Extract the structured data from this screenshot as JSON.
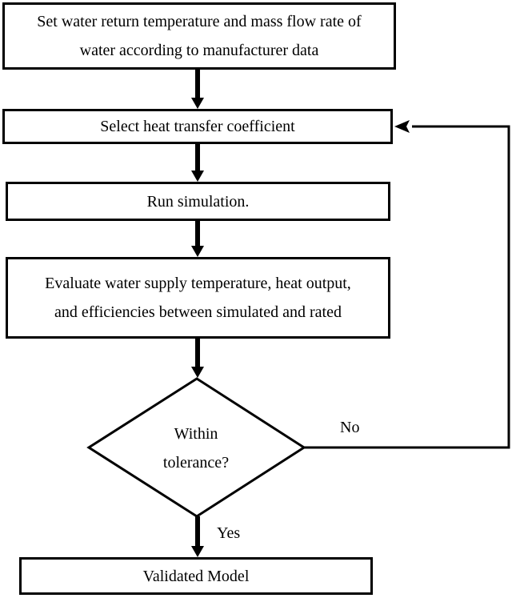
{
  "flowchart": {
    "steps": [
      {
        "lines": [
          "Set water return temperature and mass flow rate of",
          "water according to manufacturer data"
        ]
      },
      {
        "lines": [
          "Select heat transfer coefficient"
        ]
      },
      {
        "lines": [
          "Run simulation."
        ]
      },
      {
        "lines": [
          "Evaluate water supply temperature, heat output,",
          "and efficiencies between simulated and rated"
        ]
      },
      {
        "lines": [
          "Validated Model"
        ]
      }
    ],
    "decision": {
      "lines": [
        "Within",
        "tolerance?"
      ],
      "no_label": "No",
      "yes_label": "Yes"
    }
  }
}
